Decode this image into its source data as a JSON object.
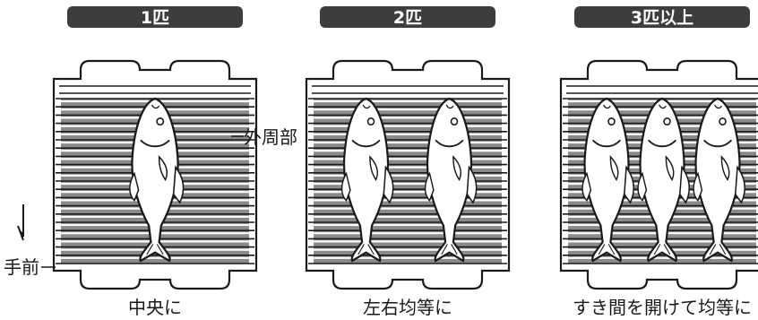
{
  "panels": [
    {
      "badge": "1匹",
      "caption": "中央に",
      "fish_count": 1
    },
    {
      "badge": "2匹",
      "caption": "左右均等に",
      "fish_count": 2
    },
    {
      "badge": "3匹以上",
      "caption": "すき間を開けて均等に",
      "fish_count": 3
    }
  ],
  "annotations": {
    "outer_edge_label": "外周部",
    "front_label": "手前"
  },
  "colors": {
    "badge_bg": "#3d3d3d",
    "badge_text": "#ffffff",
    "grill_shade": "#8a8a8a",
    "line": "#1a1a1a"
  }
}
